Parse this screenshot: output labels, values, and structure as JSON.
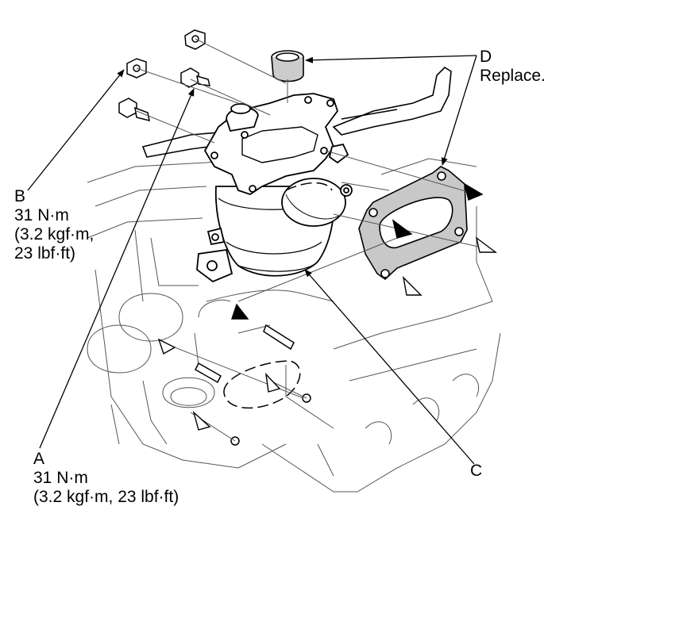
{
  "callouts": {
    "a": {
      "letter": "A",
      "torque": "31 N·m",
      "alt": "(3.2 kgf·m, 23 lbf·ft)"
    },
    "b": {
      "letter": "B",
      "torque": "31 N·m",
      "alt1": "(3.2 kgf·m,",
      "alt2": "23 lbf·ft)"
    },
    "c": {
      "letter": "C"
    },
    "d": {
      "letter": "D",
      "note": "Replace."
    }
  }
}
